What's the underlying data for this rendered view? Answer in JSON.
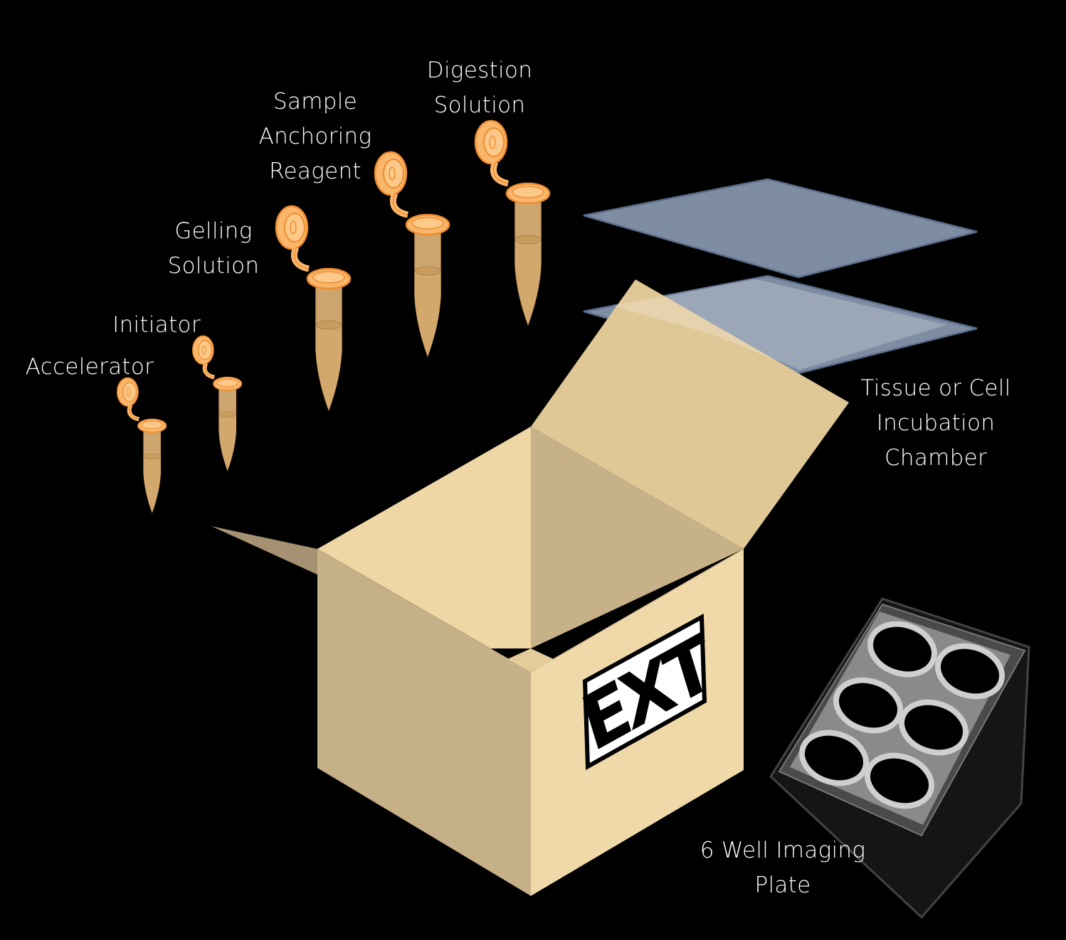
{
  "kit": {
    "logo_text": "EXT",
    "tubes": [
      {
        "label_lines": [
          "Accelerator"
        ]
      },
      {
        "label_lines": [
          "Initiator"
        ]
      },
      {
        "label_lines": [
          "Gelling",
          "Solution"
        ]
      },
      {
        "label_lines": [
          "Sample",
          "Anchoring",
          "Reagent"
        ]
      },
      {
        "label_lines": [
          "Digestion",
          "Solution"
        ]
      }
    ],
    "chamber": {
      "label_lines": [
        "Tissue or Cell",
        "Incubation",
        "Chamber"
      ]
    },
    "plate": {
      "label_lines": [
        "6 Well Imaging",
        "Plate"
      ]
    }
  },
  "colors": {
    "background": "#000000",
    "box_front": "#c5b087",
    "box_side": "#efd8a8",
    "tube_orange": "#f7a64b",
    "slide_blue": "#7f8da3",
    "text": "#ffffff"
  }
}
